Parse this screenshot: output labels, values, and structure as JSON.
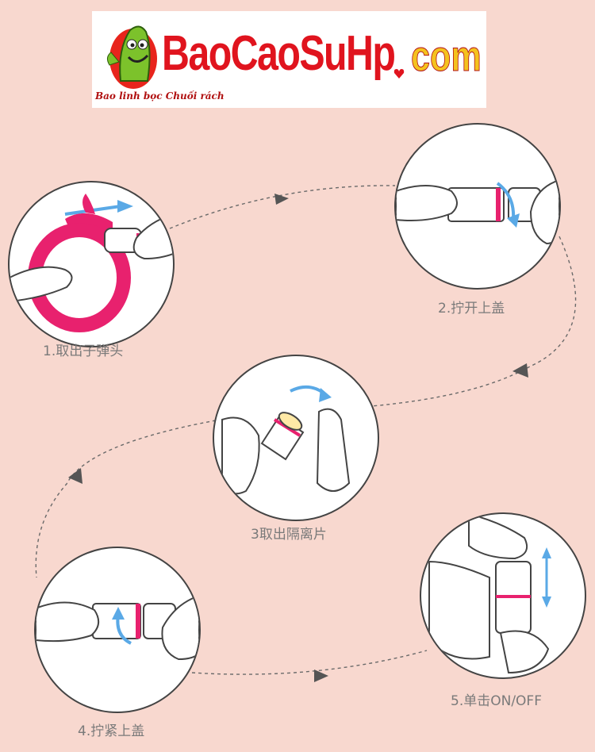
{
  "logo": {
    "brand": "BaoCaoSuHp",
    "tld": "com",
    "slogan": "Bao linh bọc Chuối rách",
    "brand_color": "#e0141e",
    "tld_color": "#f4c21e",
    "mascot": "condom-mascot-icon"
  },
  "steps": [
    {
      "label": "1.取出子弹头",
      "icon": "remove-bullet-icon"
    },
    {
      "label": "2.拧开上盖",
      "icon": "unscrew-cap-icon"
    },
    {
      "label": "3取出隔离片",
      "icon": "remove-insulator-icon"
    },
    {
      "label": "4.拧紧上盖",
      "icon": "tighten-cap-icon"
    },
    {
      "label": "5.单击ON/OFF",
      "icon": "press-button-icon"
    }
  ],
  "colors": {
    "background": "#f8d8cf",
    "accent_blue": "#5aa9e6",
    "ring_pink": "#e8216e",
    "line": "#555555"
  }
}
